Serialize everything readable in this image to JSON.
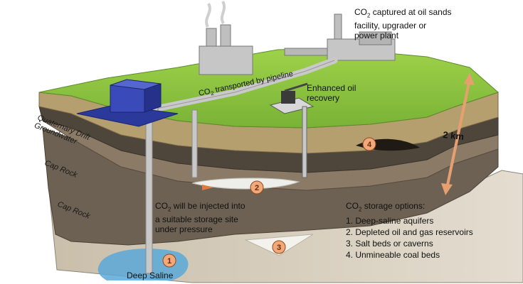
{
  "labels": {
    "captured_prefix": "CO",
    "captured_sub": "2",
    "captured_lines": [
      " captured at oil sands",
      "facility, upgrader or",
      "power plant"
    ],
    "pipeline_prefix": "CO",
    "pipeline_sub": "2",
    "pipeline_text": " transported by pipeline",
    "eor_lines": [
      "Enhanced oil",
      "recovery"
    ],
    "depth": "2 km",
    "inject_prefix": "CO",
    "inject_sub": "2",
    "inject_lines": [
      " will be injected into",
      "a suitable storage site",
      "under pressure"
    ],
    "deep_saline": "Deep Saline"
  },
  "layers": {
    "quaternary": [
      "Quaternary Drift",
      "Groundwater"
    ],
    "cap_rock_1": "Cap Rock",
    "cap_rock_2": "Cap Rock"
  },
  "storage": {
    "title_prefix": "CO",
    "title_sub": "2",
    "title_text": " storage options:",
    "options": [
      "1. Deep-saline aquifers",
      "2. Depleted oil and gas reservoirs",
      "3. Salt beds or caverns",
      "4. Unmineable coal beds"
    ]
  },
  "badges": [
    "1",
    "2",
    "3",
    "4"
  ],
  "colors": {
    "grass": "#8cc63f",
    "drift": "#b8a070",
    "cap_rock": "#5e5346",
    "middle": "#8a7a66",
    "deep": "#c8bca8",
    "pipeline": "#c9c9c9",
    "building": "#2b3a9a",
    "badge": "#f2a878",
    "saline": "#5aa8d8",
    "depth_arrow": "#e6a070"
  }
}
